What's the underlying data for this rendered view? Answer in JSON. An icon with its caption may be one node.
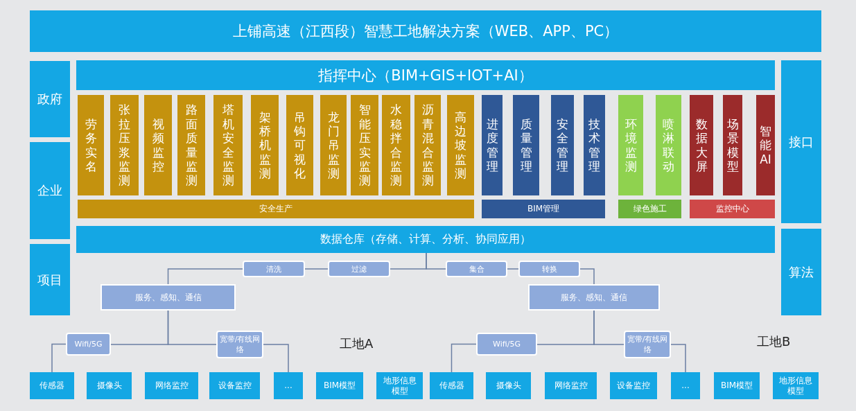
{
  "diagram": {
    "nodes": [
      {
        "text": [
          "上铺高速（江西段）智慧工地解决方案（WEB、APP、PC）"
        ]
      },
      {
        "text": [
          "政府"
        ]
      },
      {
        "text": [
          "企业"
        ]
      },
      {
        "text": [
          "项目"
        ]
      },
      {
        "text": [
          "指挥中心（BIM+GIS+IOT+AI）"
        ]
      },
      {
        "text": [
          "劳务实名"
        ]
      },
      {
        "text": [
          "张拉压浆监测"
        ]
      },
      {
        "text": [
          "视频监控"
        ]
      },
      {
        "text": [
          "路面质量监测"
        ]
      },
      {
        "text": [
          "塔机安全监测"
        ]
      },
      {
        "text": [
          "架桥机监测"
        ]
      },
      {
        "text": [
          "吊钩可视化"
        ]
      },
      {
        "text": [
          "龙门吊监测"
        ]
      },
      {
        "text": [
          "智能压实监测"
        ]
      },
      {
        "text": [
          "水稳拌合监测"
        ]
      },
      {
        "text": [
          "沥青混合监测"
        ]
      },
      {
        "text": [
          "高边坡监测"
        ]
      },
      {
        "text": [
          "进度管理"
        ]
      },
      {
        "text": [
          "质量管理"
        ]
      },
      {
        "text": [
          "安全管理"
        ]
      },
      {
        "text": [
          "技术管理"
        ]
      },
      {
        "text": [
          "环境监测"
        ]
      },
      {
        "text": [
          "喷淋联动"
        ]
      },
      {
        "text": [
          "数据大屏"
        ]
      },
      {
        "text": [
          "场景模型"
        ]
      },
      {
        "text": [
          "智能AI"
        ]
      },
      {
        "text": [
          "安全生产"
        ]
      },
      {
        "text": [
          "BIM管理"
        ]
      },
      {
        "text": [
          "绿色施工"
        ]
      },
      {
        "text": [
          "监控中心"
        ]
      },
      {
        "text": [
          "数据仓库（存储、计算、分析、协同应用）"
        ]
      },
      {
        "text": [
          "接口"
        ]
      },
      {
        "text": [
          "算法"
        ]
      },
      {
        "text": [
          "清洗"
        ]
      },
      {
        "text": [
          "过滤"
        ]
      },
      {
        "text": [
          "集合"
        ]
      },
      {
        "text": [
          "转换"
        ]
      },
      {
        "text": [
          "服务、感知、通信"
        ]
      },
      {
        "text": [
          "服务、感知、通信"
        ]
      },
      {
        "text": [
          "Wifi/5G"
        ]
      },
      {
        "text": [
          "宽带/有线网络"
        ]
      },
      {
        "text": [
          "Wifi/5G"
        ]
      },
      {
        "text": [
          "宽带/有线网络"
        ]
      },
      {
        "text": [
          "传感器"
        ]
      },
      {
        "text": [
          "摄像头"
        ]
      },
      {
        "text": [
          "网络监控"
        ]
      },
      {
        "text": [
          "设备监控"
        ]
      },
      {
        "text": [
          "..."
        ]
      },
      {
        "text": [
          "BIM模型"
        ]
      },
      {
        "text": [
          "地形信息模型"
        ]
      },
      {
        "text": [
          "传感器"
        ]
      },
      {
        "text": [
          "摄像头"
        ]
      },
      {
        "text": [
          "网络监控"
        ]
      },
      {
        "text": [
          "设备监控"
        ]
      },
      {
        "text": [
          "..."
        ]
      },
      {
        "text": [
          "BIM模型"
        ]
      },
      {
        "text": [
          "地形信息模型"
        ]
      }
    ],
    "edges": [
      {
        "from": 30,
        "to": 34,
        "arrow": "none"
      },
      {
        "from": 34,
        "to": 33,
        "arrow": "none"
      },
      {
        "from": 33,
        "to": 37,
        "arrow": "none"
      },
      {
        "from": 30,
        "to": 35,
        "arrow": "none"
      },
      {
        "from": 35,
        "to": 36,
        "arrow": "none"
      },
      {
        "from": 36,
        "to": 38,
        "arrow": "none"
      },
      {
        "from": 37,
        "to": 39,
        "arrow": "none"
      },
      {
        "from": 37,
        "to": 40,
        "arrow": "none"
      },
      {
        "from": 39,
        "to": 43,
        "arrow": "none"
      },
      {
        "from": 40,
        "to": 47,
        "arrow": "none"
      },
      {
        "from": 38,
        "to": 41,
        "arrow": "none"
      },
      {
        "from": 38,
        "to": 42,
        "arrow": "none"
      },
      {
        "from": 41,
        "to": 50,
        "arrow": "none"
      },
      {
        "from": 42,
        "to": 54,
        "arrow": "none"
      }
    ],
    "labels": [
      "工地A",
      "工地B"
    ]
  }
}
